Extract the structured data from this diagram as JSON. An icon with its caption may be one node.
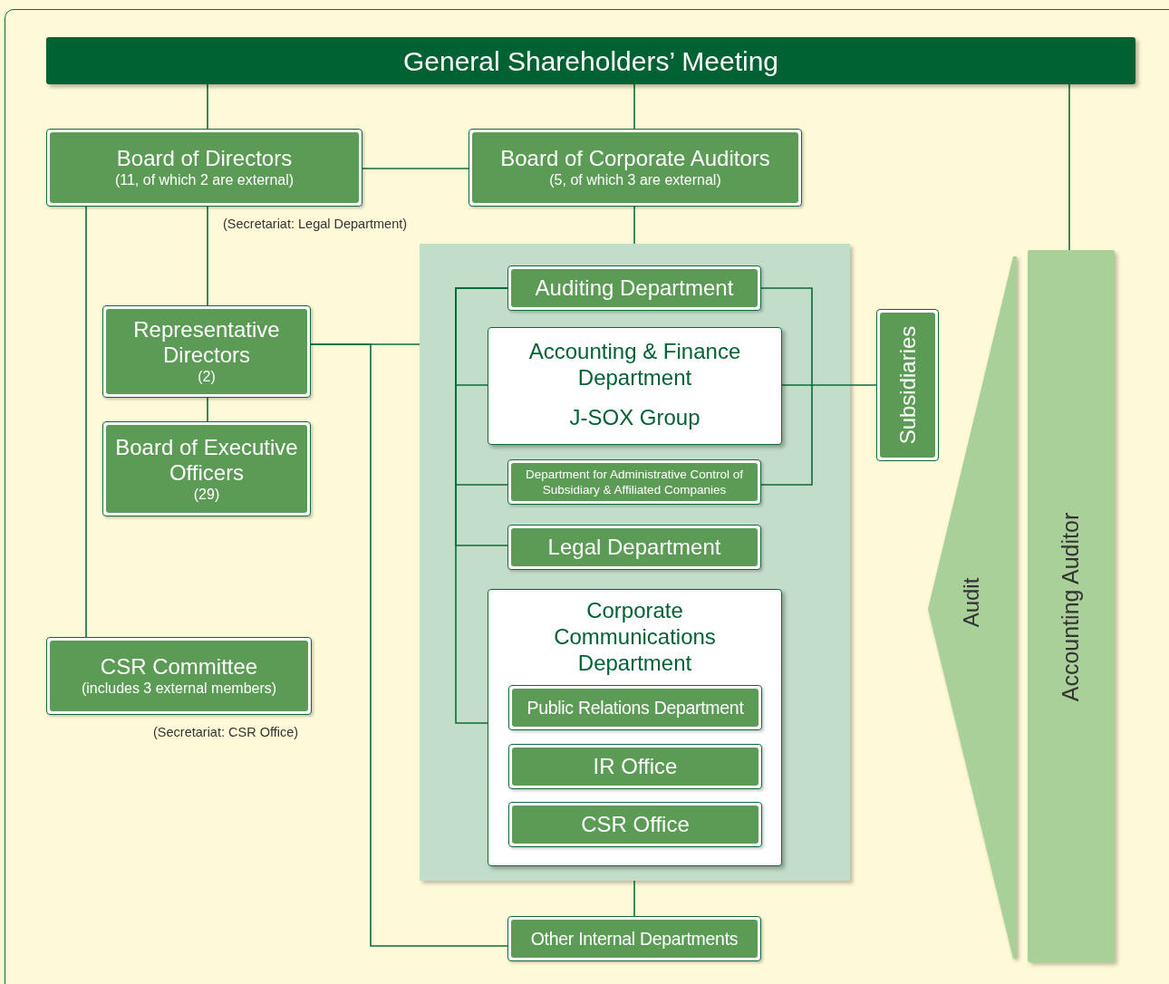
{
  "diagram": {
    "nodes": [
      {
        "text": [
          "General Shareholders’ Meeting"
        ]
      },
      {
        "text": [
          "Board of Directors",
          "(11, of which 2 are external)"
        ],
        "beside": [
          "(Secretariat: Legal Department)"
        ]
      },
      {
        "text": [
          "Board of Corporate Auditors",
          "(5, of which 3 are external)"
        ]
      },
      {
        "text": [
          "Representative Directors",
          "(2)"
        ]
      },
      {
        "text": [
          "Board of Executive Officers",
          "(29)"
        ]
      },
      {
        "text": [
          "CSR Committee",
          "(includes 3 external members)"
        ],
        "beside": [
          "(Secretariat: CSR Office)"
        ]
      },
      {
        "text": [],
        "shape": "box"
      },
      {
        "text": [
          "Auditing Department"
        ],
        "in": 6
      },
      {
        "text": [
          "Accounting & Finance Department",
          "J-SOX Group"
        ],
        "in": 6
      },
      {
        "text": [
          "Department for Administrative Control of Subsidiary & Affiliated Companies"
        ],
        "in": 6
      },
      {
        "text": [
          "Legal Department"
        ],
        "in": 6
      },
      {
        "text": [
          "Corporate Communications Department"
        ],
        "in": 6
      },
      {
        "text": [
          "Public Relations Department"
        ],
        "in": 11
      },
      {
        "text": [
          "IR Office"
        ],
        "in": 11
      },
      {
        "text": [
          "CSR Office"
        ],
        "in": 11
      },
      {
        "text": [
          "Subsidiaries"
        ]
      },
      {
        "text": [
          "Accounting Auditor"
        ]
      },
      {
        "text": [
          "Other Internal Departments"
        ]
      }
    ],
    "edges": [
      {
        "from": 0,
        "to": 1,
        "arrow": "none"
      },
      {
        "from": 0,
        "to": 2,
        "arrow": "none"
      },
      {
        "from": 0,
        "to": 16,
        "arrow": "none"
      },
      {
        "from": 1,
        "to": 2,
        "arrow": "none"
      },
      {
        "from": 1,
        "to": 3,
        "arrow": "none"
      },
      {
        "from": 1,
        "to": 5,
        "arrow": "none"
      },
      {
        "from": 3,
        "to": 4,
        "arrow": "none"
      },
      {
        "from": 2,
        "to": 6,
        "arrow": "none"
      },
      {
        "from": 3,
        "to": 6,
        "arrow": "none"
      },
      {
        "from": 3,
        "to": 17,
        "arrow": "none"
      },
      {
        "from": 6,
        "to": 17,
        "arrow": "none"
      },
      {
        "from": 7,
        "to": 8,
        "arrow": "none"
      },
      {
        "from": 7,
        "to": 9,
        "arrow": "none"
      },
      {
        "from": 7,
        "to": 10,
        "arrow": "none"
      },
      {
        "from": 7,
        "to": 11,
        "arrow": "none"
      },
      {
        "from": 7,
        "to": 9,
        "arrow": "none"
      },
      {
        "from": 8,
        "to": 15,
        "arrow": "none"
      },
      {
        "from": 16,
        "to": null,
        "arrow": "to",
        "label": "Audit",
        "style": "thick",
        "color": "#a9d098"
      }
    ]
  }
}
